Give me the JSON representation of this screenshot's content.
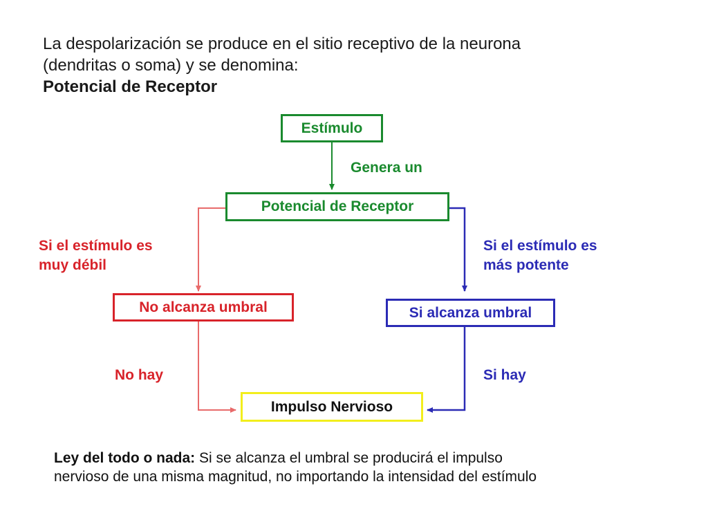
{
  "intro": {
    "line1": "La despolarización se produce en el sitio receptivo de la neurona",
    "line2": "(dendritas o soma) y se denomina:",
    "term": "Potencial de Receptor"
  },
  "nodes": {
    "estimulo": "Estímulo",
    "potencial": "Potencial de Receptor",
    "no_alcanza": "No alcanza umbral",
    "si_alcanza": "Si alcanza umbral",
    "impulso": "Impulso Nervioso"
  },
  "edge_labels": {
    "genera": "Genera un",
    "debil_line1": "Si el estímulo es",
    "debil_line2": "muy débil",
    "potente_line1": "Si el estímulo es",
    "potente_line2": "más potente",
    "no_hay": "No hay",
    "si_hay": "Si hay"
  },
  "footer": {
    "bold": "Ley del todo o nada:",
    "rest": " Si se alcanza el umbral se producirá el impulso",
    "line2": "nervioso de una misma magnitud, no importando la intensidad del estímulo"
  },
  "colors": {
    "green": "#1a8a2e",
    "red": "#d8232a",
    "red_line": "#e86a6a",
    "blue": "#2b2bb5",
    "yellow": "#f2ee1c"
  }
}
